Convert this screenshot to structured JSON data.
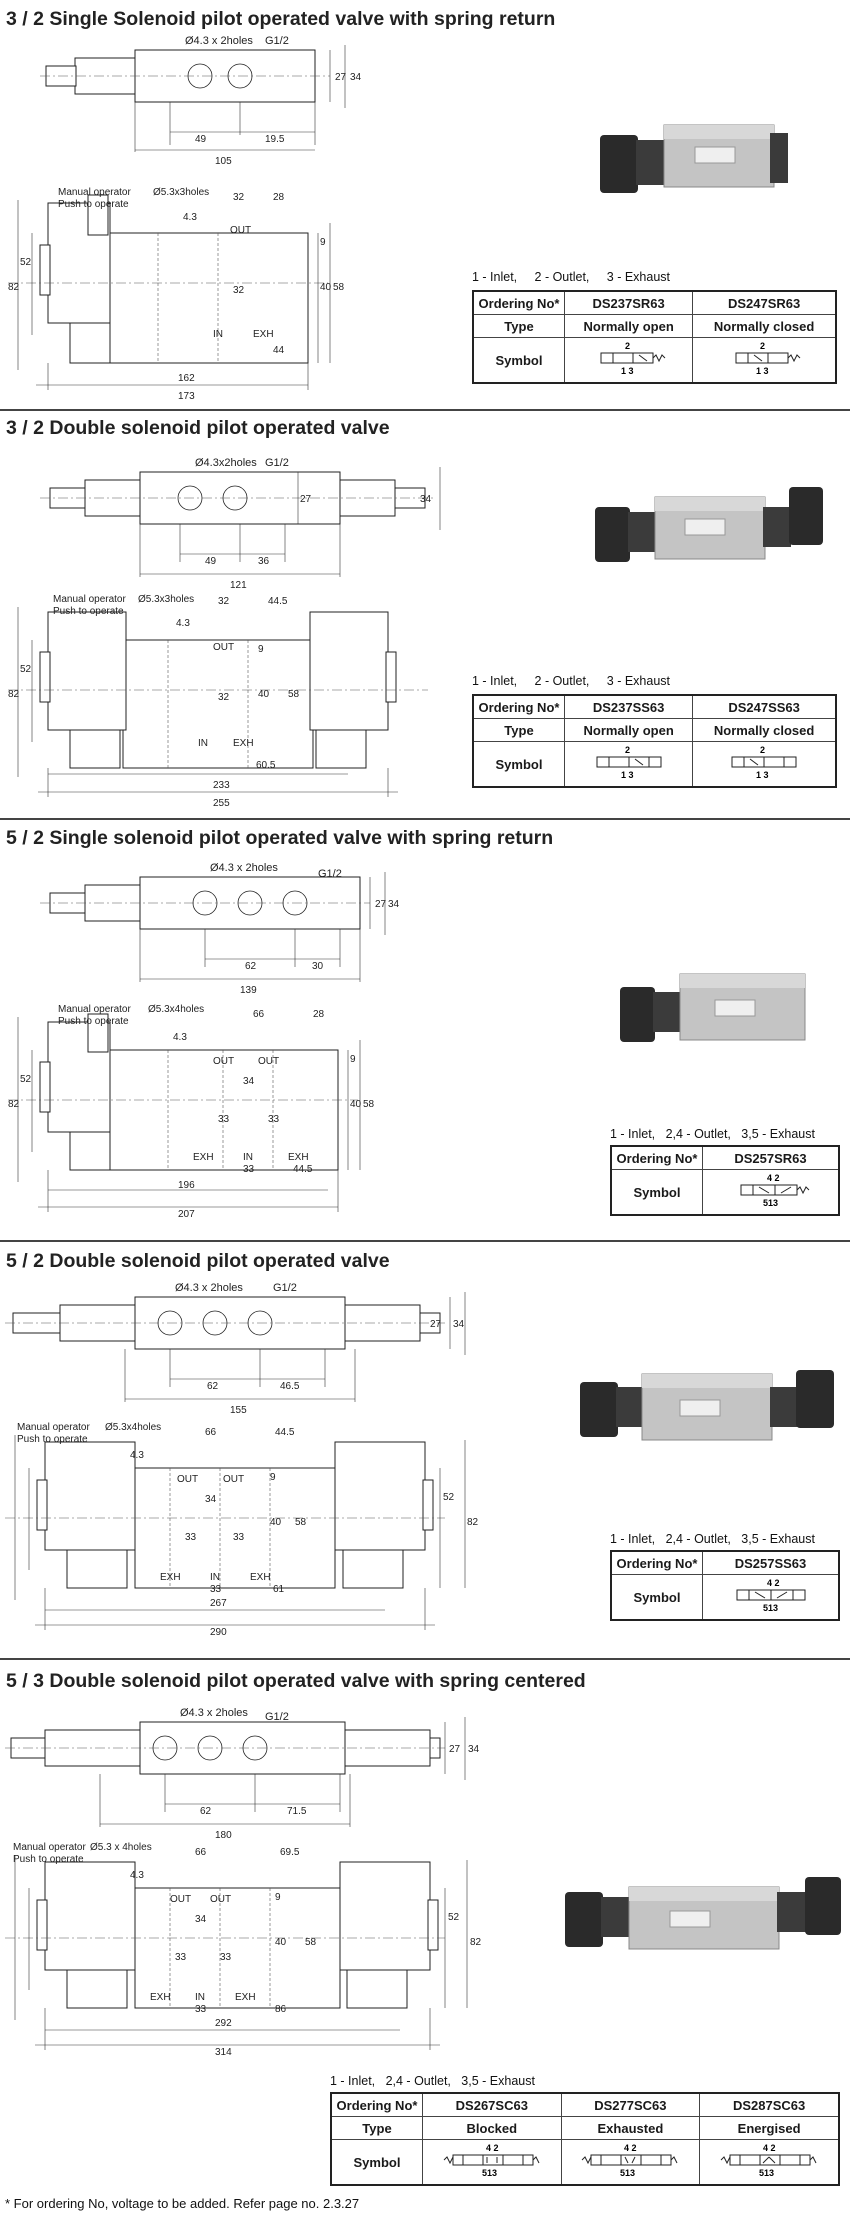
{
  "sections": [
    {
      "title": "3 / 2 Single Solenoid pilot operated valve with spring return",
      "top_view": {
        "holes_label": "Ø4.3 x 2holes",
        "port_label": "G1/2",
        "dims": [
          "27",
          "34",
          "49",
          "19.5",
          "105"
        ]
      },
      "front_view": {
        "manual_label_1": "Manual operator",
        "manual_label_2": "Push to operate",
        "holes_label": "Ø5.3x3holes",
        "dims": [
          "32",
          "28",
          "4.3",
          "9",
          "40",
          "58",
          "52",
          "82",
          "32",
          "44",
          "162",
          "173"
        ],
        "ports": [
          "OUT",
          "IN",
          "EXH"
        ]
      },
      "legend": "1 - Inlet,     2 - Outlet,     3 - Exhaust",
      "table": {
        "headers": [
          "Ordering No*",
          "DS237SR63",
          "DS247SR63"
        ],
        "type_label": "Type",
        "types": [
          "Normally open",
          "Normally closed"
        ],
        "symbol_label": "Symbol",
        "symbols": [
          {
            "top": "2",
            "bottom": "1 3"
          },
          {
            "top": "2",
            "bottom": "1 3"
          }
        ]
      }
    },
    {
      "title": "3 / 2 Double solenoid pilot operated valve",
      "top_view": {
        "holes_label": "Ø4.3x2holes",
        "port_label": "G1/2",
        "dims": [
          "27",
          "34",
          "49",
          "36",
          "121"
        ]
      },
      "front_view": {
        "manual_label_1": "Manual operator",
        "manual_label_2": "Push to operate",
        "holes_label": "Ø5.3x3holes",
        "dims": [
          "32",
          "44.5",
          "4.3",
          "9",
          "40",
          "58",
          "52",
          "82",
          "32",
          "60.5",
          "233",
          "255"
        ],
        "ports": [
          "OUT",
          "IN",
          "EXH"
        ]
      },
      "legend": "1 - Inlet,     2 - Outlet,     3 - Exhaust",
      "table": {
        "headers": [
          "Ordering No*",
          "DS237SS63",
          "DS247SS63"
        ],
        "type_label": "Type",
        "types": [
          "Normally open",
          "Normally closed"
        ],
        "symbol_label": "Symbol",
        "symbols": [
          {
            "top": "2",
            "bottom": "1 3"
          },
          {
            "top": "2",
            "bottom": "1 3"
          }
        ]
      }
    },
    {
      "title": "5 / 2 Single solenoid pilot operated valve with spring return",
      "top_view": {
        "holes_label": "Ø4.3 x 2holes",
        "port_label": "G1/2",
        "dims": [
          "27",
          "34",
          "62",
          "30",
          "139"
        ]
      },
      "front_view": {
        "manual_label_1": "Manual operator",
        "manual_label_2": "Push to operate",
        "holes_label": "Ø5.3x4holes",
        "dims": [
          "66",
          "28",
          "4.3",
          "9",
          "40",
          "58",
          "52",
          "82",
          "34",
          "33",
          "33",
          "33",
          "44.5",
          "196",
          "207"
        ],
        "ports": [
          "OUT",
          "OUT",
          "EXH",
          "IN",
          "EXH"
        ]
      },
      "legend": "1 - Inlet,   2,4 - Outlet,   3,5 - Exhaust",
      "table": {
        "headers": [
          "Ordering No*",
          "DS257SR63"
        ],
        "symbol_label": "Symbol",
        "symbols": [
          {
            "top": "4 2",
            "bottom": "513"
          }
        ]
      }
    },
    {
      "title": "5 / 2 Double solenoid pilot operated valve",
      "top_view": {
        "holes_label": "Ø4.3 x 2holes",
        "port_label": "G1/2",
        "dims": [
          "27",
          "34",
          "62",
          "46.5",
          "155"
        ]
      },
      "front_view": {
        "manual_label_1": "Manual operator",
        "manual_label_2": "Push to operate",
        "holes_label": "Ø5.3x4holes",
        "dims": [
          "66",
          "44.5",
          "4.3",
          "9",
          "40",
          "58",
          "52",
          "82",
          "34",
          "33",
          "33",
          "33",
          "61",
          "267",
          "290"
        ],
        "ports": [
          "OUT",
          "OUT",
          "EXH",
          "IN",
          "EXH"
        ]
      },
      "legend": "1 - Inlet,   2,4 - Outlet,   3,5 - Exhaust",
      "table": {
        "headers": [
          "Ordering No*",
          "DS257SS63"
        ],
        "symbol_label": "Symbol",
        "symbols": [
          {
            "top": "4 2",
            "bottom": "513"
          }
        ]
      }
    },
    {
      "title": "5 / 3 Double solenoid pilot operated valve with spring centered",
      "top_view": {
        "holes_label": "Ø4.3 x 2holes",
        "port_label": "G1/2",
        "dims": [
          "27",
          "34",
          "62",
          "71.5",
          "180"
        ]
      },
      "front_view": {
        "manual_label_1": "Manual operator",
        "manual_label_2": "Push to operate",
        "holes_label": "Ø5.3 x 4holes",
        "dims": [
          "66",
          "69.5",
          "4.3",
          "9",
          "40",
          "58",
          "52",
          "82",
          "34",
          "33",
          "33",
          "33",
          "86",
          "292",
          "314"
        ],
        "ports": [
          "OUT",
          "OUT",
          "EXH",
          "IN",
          "EXH"
        ]
      },
      "legend": "1 - Inlet,   2,4 - Outlet,   3,5 - Exhaust",
      "table": {
        "headers": [
          "Ordering No*",
          "DS267SC63",
          "DS277SC63",
          "DS287SC63"
        ],
        "type_label": "Type",
        "types": [
          "Blocked",
          "Exhausted",
          "Energised"
        ],
        "symbol_label": "Symbol",
        "symbols": [
          {
            "top": "4 2",
            "bottom": "513"
          },
          {
            "top": "4 2",
            "bottom": "513"
          },
          {
            "top": "4 2",
            "bottom": "513"
          }
        ]
      }
    }
  ],
  "footnote": "* For ordering No, voltage to be added. Refer page no. 2.3.27",
  "colors": {
    "line": "#222222",
    "rule": "#444444",
    "photo_dark": "#2a2a2a",
    "photo_body": "#bfbfbf"
  }
}
